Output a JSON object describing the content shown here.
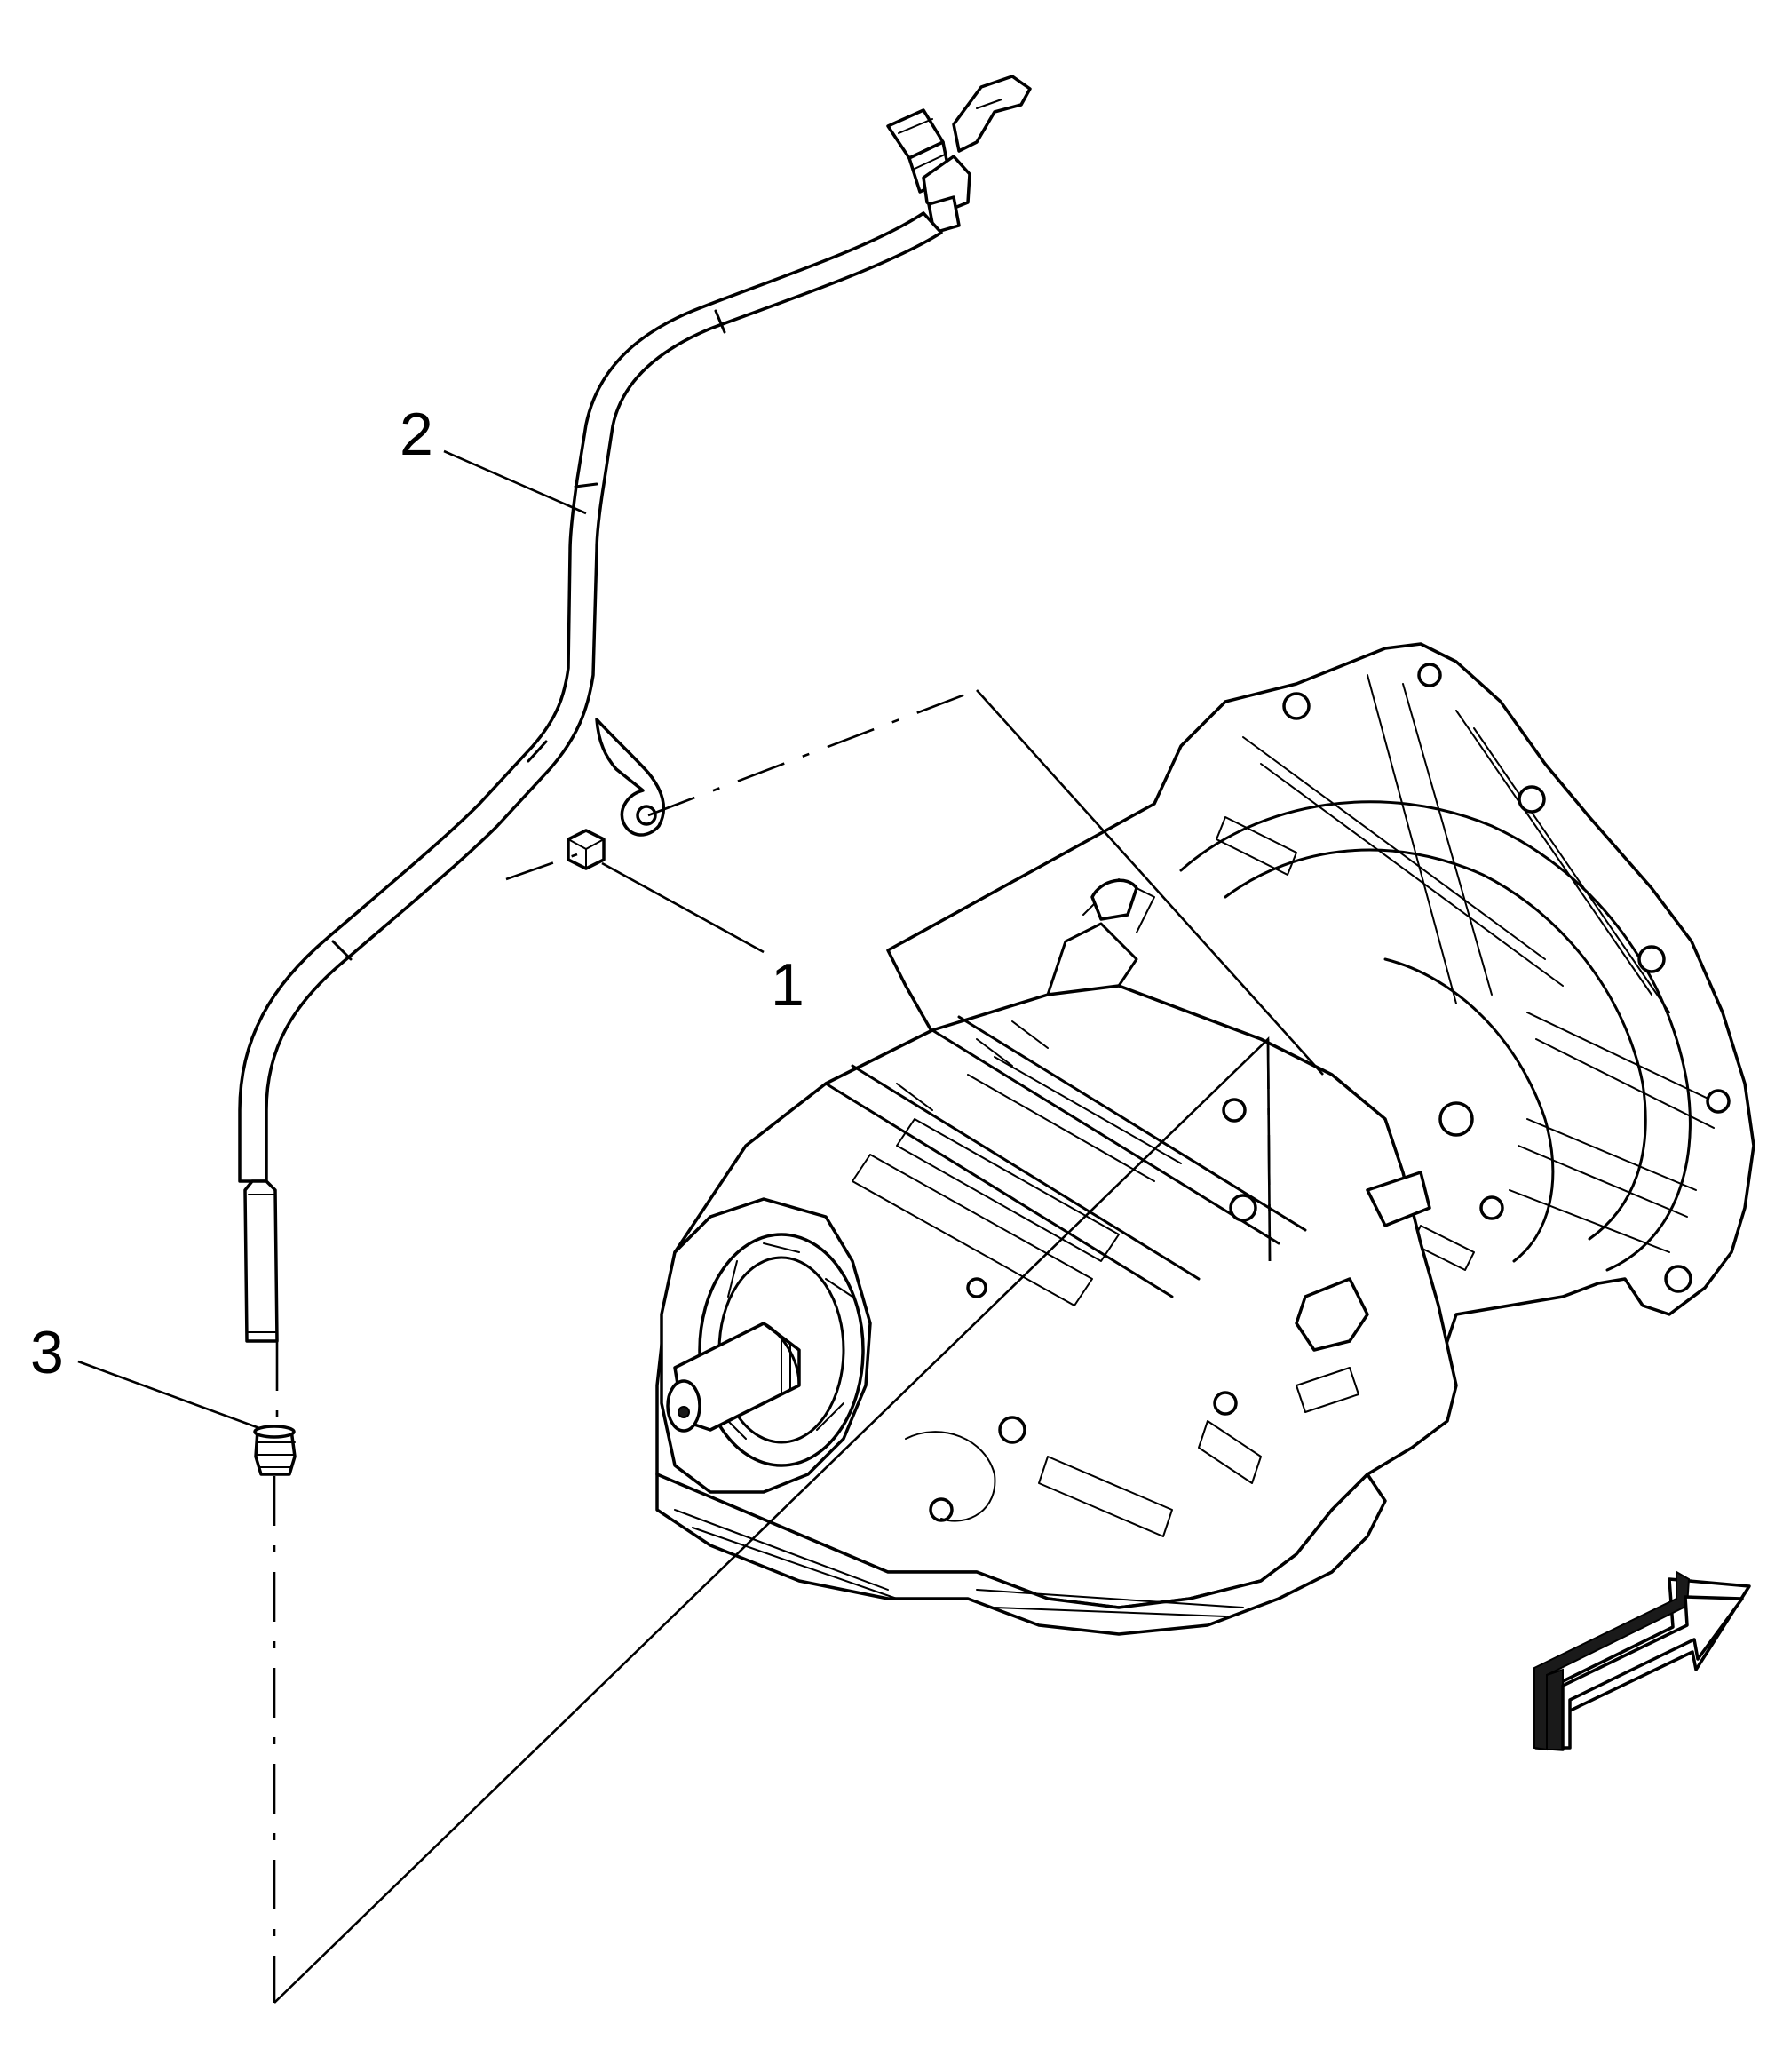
{
  "callouts": [
    {
      "id": "1",
      "label": "1"
    },
    {
      "id": "2",
      "label": "2"
    },
    {
      "id": "3",
      "label": "3"
    }
  ],
  "icons": {
    "direction": "view-direction-arrow-icon"
  },
  "colors": {
    "line": "#000000",
    "background": "#ffffff"
  }
}
